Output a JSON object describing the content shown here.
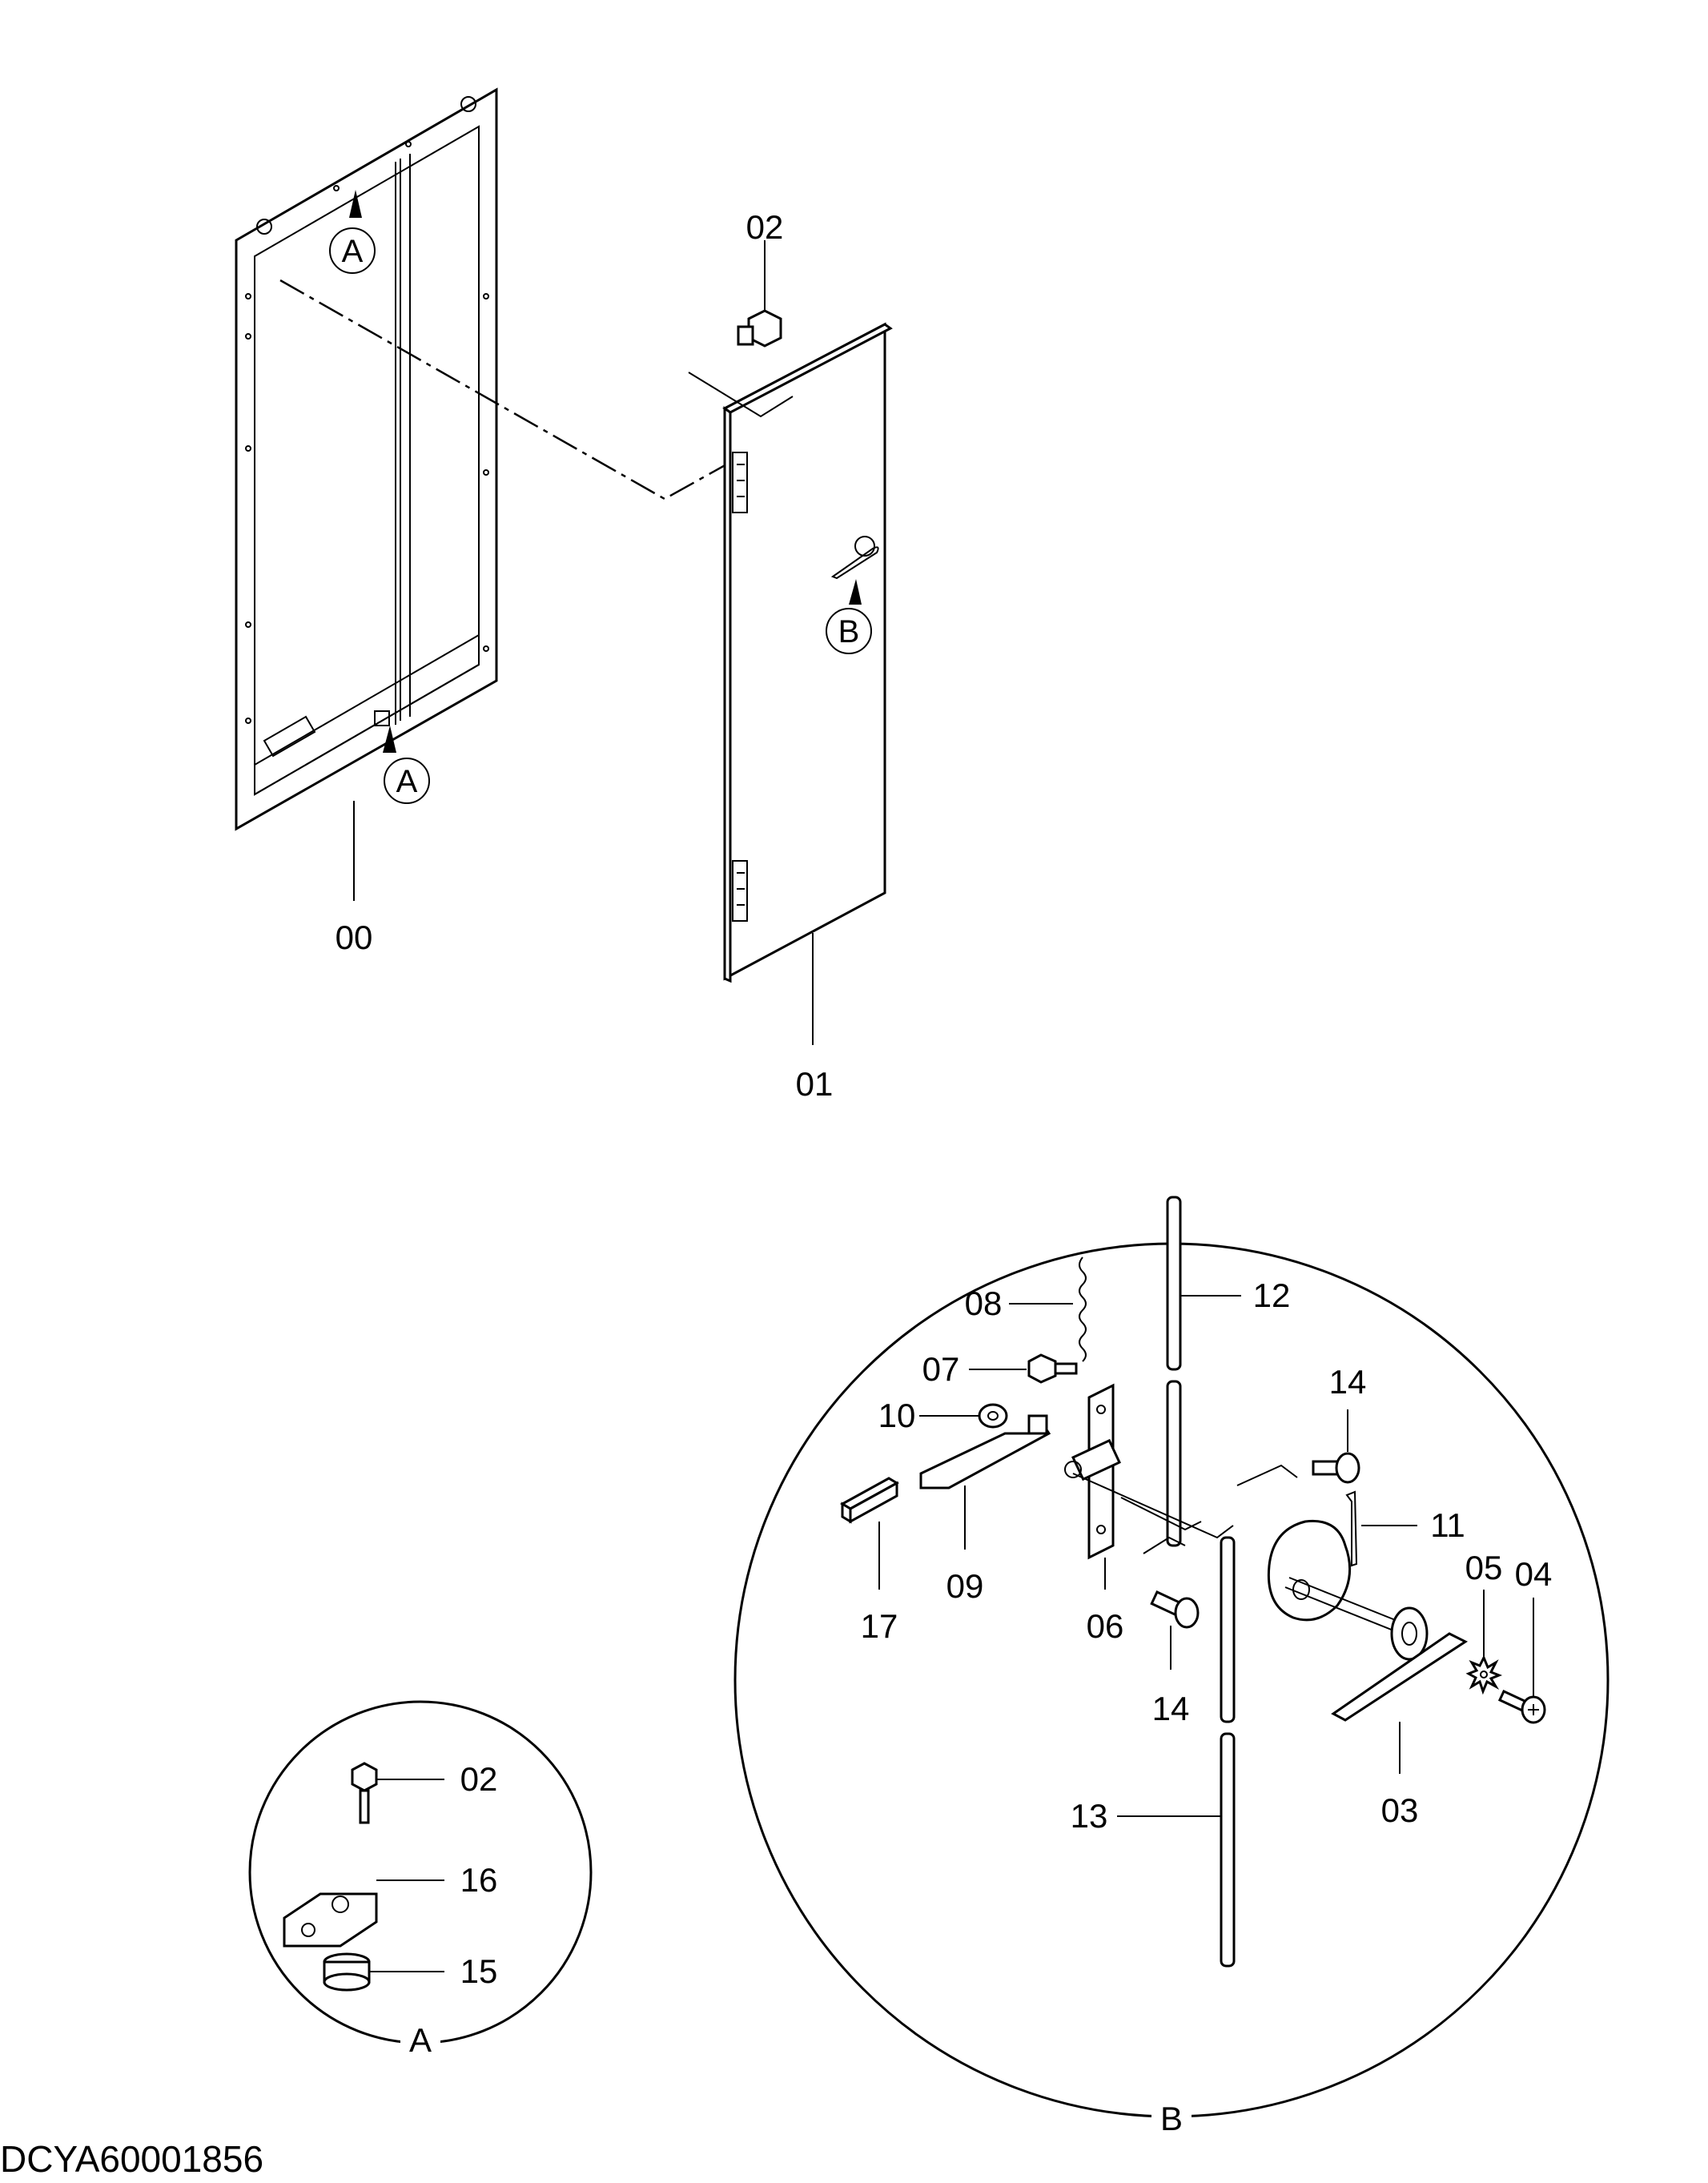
{
  "document_code": "DCYA60001856",
  "main_view": {
    "frame_label": "00",
    "door_label": "01",
    "bolt_label": "02",
    "ref_a": "A",
    "ref_b": "B"
  },
  "detail_a": {
    "title": "A",
    "labels": {
      "bolt": "02",
      "bracket": "16",
      "cushion": "15"
    }
  },
  "detail_b": {
    "title": "B",
    "labels": {
      "rod_upper": "12",
      "spring": "08",
      "bolt": "07",
      "washer": "10",
      "pin_top": "14",
      "cotter_pin": "11",
      "lock_washer": "05",
      "screw": "04",
      "link": "09",
      "pad": "17",
      "latch": "06",
      "pin_bottom": "14",
      "handle": "03",
      "rod_lower": "13"
    }
  }
}
